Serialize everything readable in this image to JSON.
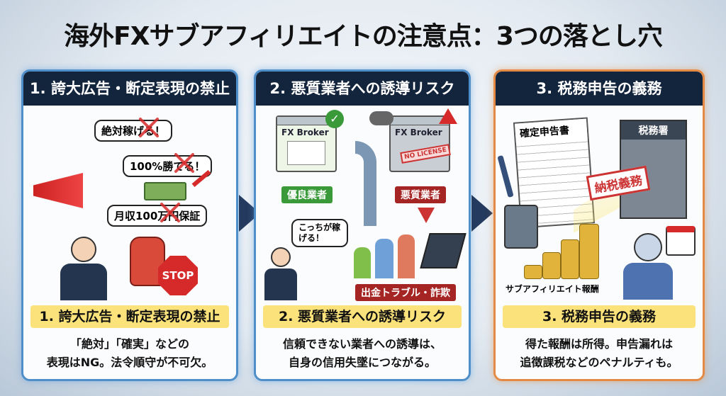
{
  "title": "海外FXサブアフィリエイトの注意点：3つの落とし穴",
  "panels": [
    {
      "header": "1. 誇大広告・断定表現の禁止",
      "banner": "1. 誇大広告・断定表現の禁止",
      "desc_line1": "「絶対」「確実」などの",
      "desc_line2": "表現はNG。法令順守が不可欠。",
      "bubbles": [
        "絶対稼げる！",
        "100%勝てる！",
        "月収100万円保証"
      ],
      "stop_sign": "STOP"
    },
    {
      "header": "2. 悪質業者への誘導リスク",
      "banner": "2. 悪質業者への誘導リスク",
      "desc_line1": "信頼できない業者への誘導は、",
      "desc_line2": "自身の信用失墜につながる。",
      "good_broker": "FX Broker",
      "bad_broker": "FX Broker",
      "no_license": "NO LICENSE",
      "good_label": "優良業者",
      "bad_label": "悪質業者",
      "speech": "こっちが稼げる！",
      "trap_label": "出金トラブル・詐欺"
    },
    {
      "header": "3. 税務申告の義務",
      "banner": "3. 税務申告の義務",
      "desc_line1": "得た報酬は所得。申告漏れは",
      "desc_line2": "追徴課税などのペナルティも。",
      "form_title": "確定申告書",
      "office": "税務署",
      "stamp": "納税義務",
      "coins_label": "サブアフィリエイト報酬"
    }
  ],
  "colors": {
    "header_bg": "#13243d",
    "banner_bg": "#fbe27a",
    "panel_border_blue": "#4f8fc9",
    "panel_border_orange": "#e58a45",
    "red": "#d62a2a",
    "green": "#3a9a3a"
  }
}
